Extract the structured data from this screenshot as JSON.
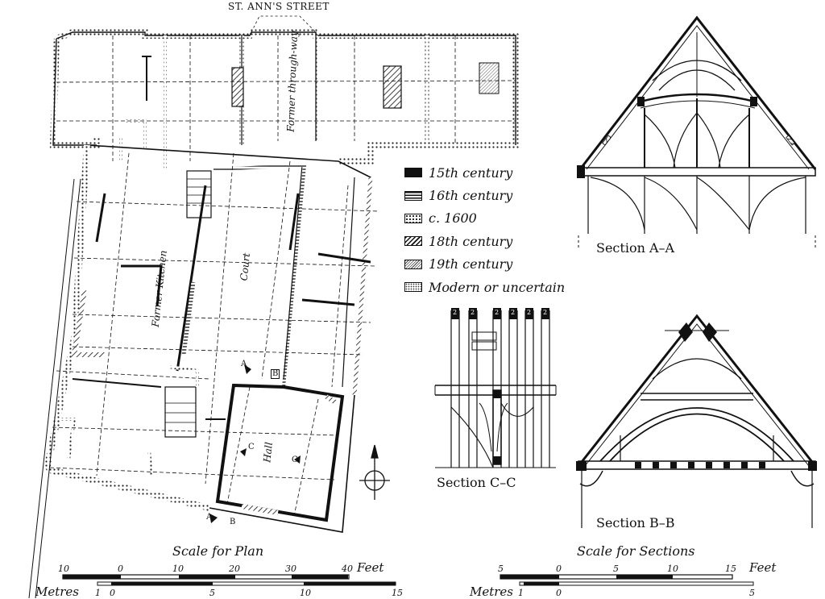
{
  "street_label": "ST. ANN'S STREET",
  "plan": {
    "labels": {
      "through_way": "Former through-way",
      "kitchen": "Former Kitchen",
      "court": "Court",
      "hall": "Hall"
    },
    "markers": {
      "a_top": "A",
      "a_bottom": "A",
      "b_top": "B",
      "b_bottom": "B",
      "c_left": "C",
      "c_right": "C"
    }
  },
  "legend": [
    {
      "label": "15th century",
      "pattern": "solid"
    },
    {
      "label": "16th century",
      "pattern": "lines"
    },
    {
      "label": "c. 1600",
      "pattern": "cross"
    },
    {
      "label": "18th century",
      "pattern": "diagonal"
    },
    {
      "label": "19th century",
      "pattern": "fine-diagonal"
    },
    {
      "label": "Modern or uncertain",
      "pattern": "dots"
    }
  ],
  "sections": {
    "aa": "Section A–A",
    "bb": "Section B–B",
    "cc": "Section C–C",
    "cc_post_marks": [
      "2",
      "2",
      "2",
      "2",
      "2",
      "2"
    ]
  },
  "scales": {
    "plan": {
      "title": "Scale for Plan",
      "feet_unit": "Feet",
      "feet_ticks": [
        "10",
        "0",
        "10",
        "20",
        "30",
        "40"
      ],
      "metres_unit": "Metres",
      "metres_ticks": [
        "1",
        "0",
        "5",
        "10",
        "15"
      ]
    },
    "sections": {
      "title": "Scale for Sections",
      "feet_unit": "Feet",
      "feet_ticks": [
        "5",
        "0",
        "5",
        "10",
        "15"
      ],
      "metres_unit": "Metres",
      "metres_ticks": [
        "1",
        "0",
        "5"
      ]
    }
  }
}
